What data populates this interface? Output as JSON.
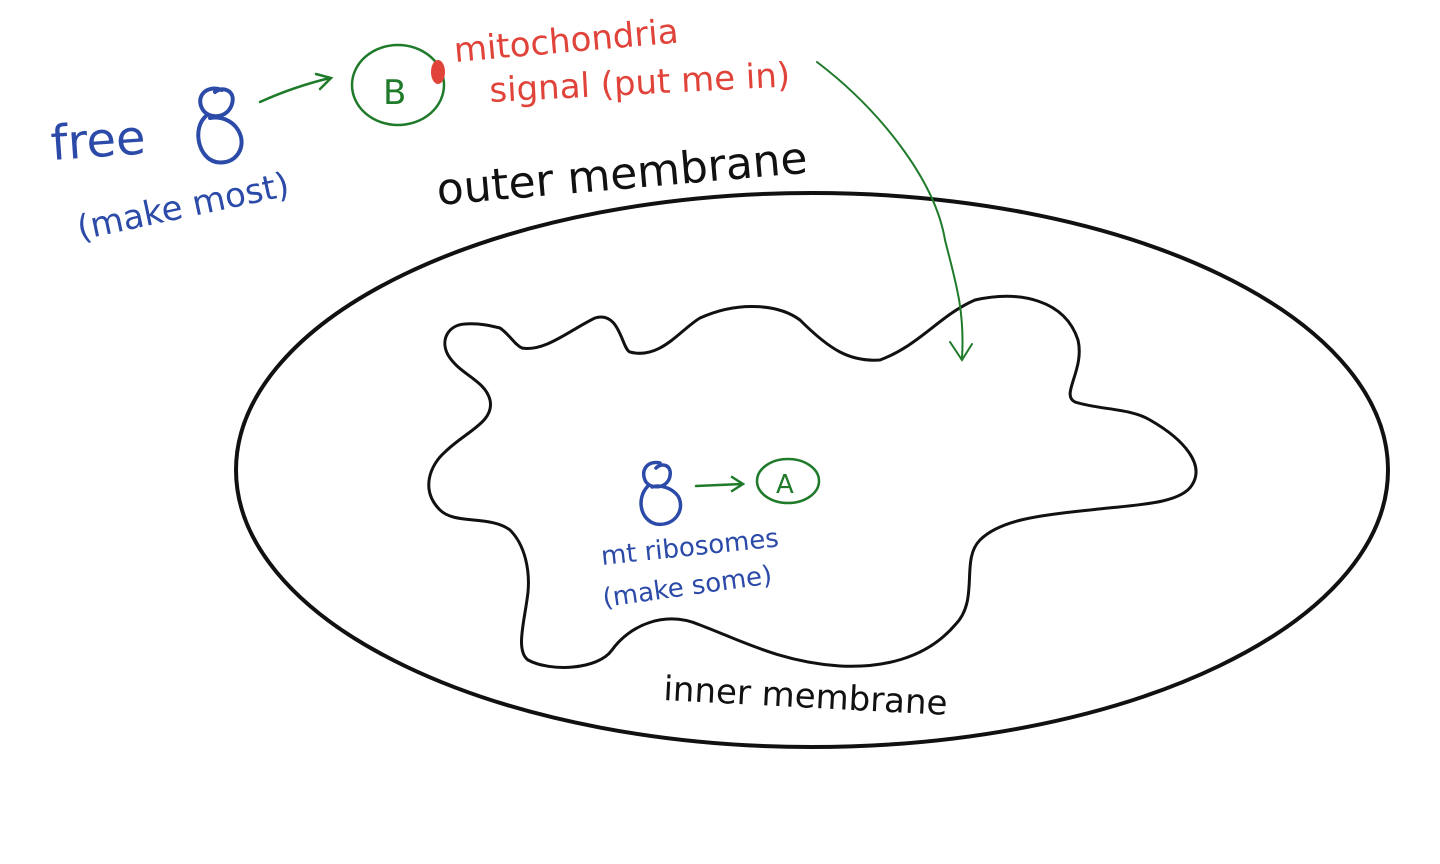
{
  "labels": {
    "free": "free",
    "make_most": "(make most)",
    "outer_membrane": "outer membrane",
    "inner_membrane": "inner membrane",
    "mito_signal_line1": "mitochondria",
    "mito_signal_line2": "signal (put me in)",
    "mt_ribosomes": "mt ribosomes",
    "make_some": "(make some)",
    "protein_b": "B",
    "protein_a": "A"
  },
  "colors": {
    "outline": "#111111",
    "ribosome": "#2c4aa8",
    "signal": "#e0433a",
    "protein": "#1f7a2a"
  },
  "icons": {
    "ribosome": "ribosome-icon",
    "signal": "signal-dot-icon"
  }
}
